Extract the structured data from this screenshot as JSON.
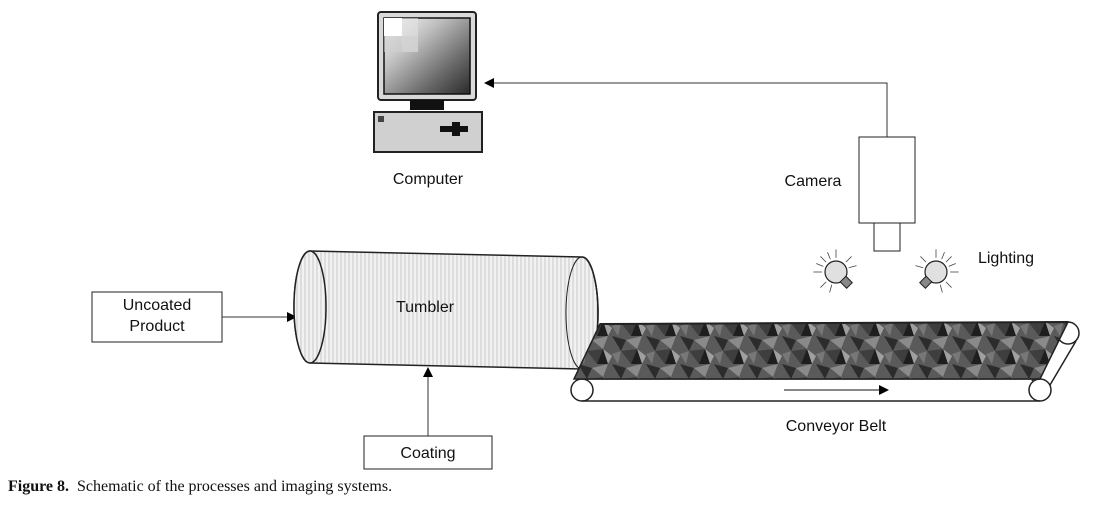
{
  "diagram": {
    "labels": {
      "computer": "Computer",
      "camera": "Camera",
      "lighting": "Lighting",
      "tumbler": "Tumbler",
      "uncoated_line1": "Uncoated",
      "uncoated_line2": "Product",
      "coating": "Coating",
      "conveyor": "Conveyor Belt"
    }
  },
  "caption": {
    "label": "Figure 8.",
    "text": "Schematic of the processes and imaging systems."
  }
}
